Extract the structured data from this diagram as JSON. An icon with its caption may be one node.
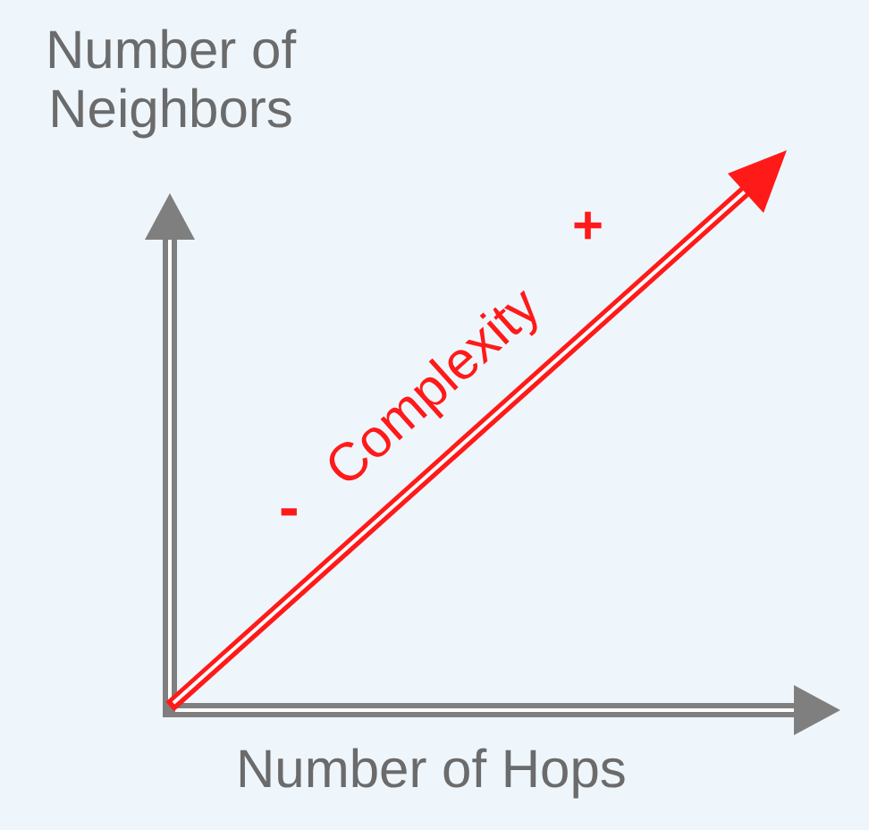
{
  "diagram": {
    "labels": [
      "Number of Neighbors",
      "-",
      "Complexity",
      "+",
      "Number of Hops"
    ]
  }
}
